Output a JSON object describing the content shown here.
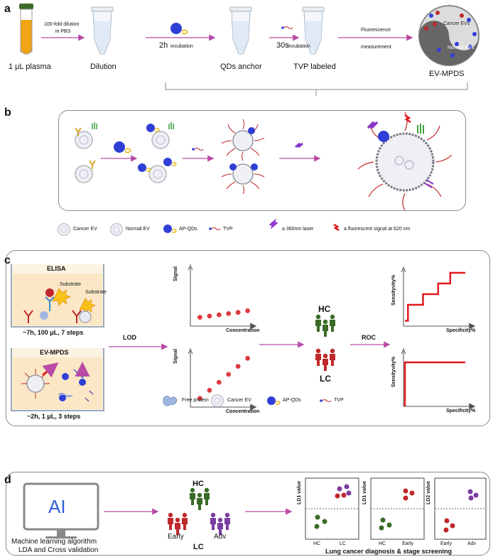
{
  "panel_labels": {
    "a": "a",
    "b": "b",
    "c": "c",
    "d": "d"
  },
  "colors": {
    "arrow": "#b94aa6",
    "hc_green": "#3a6b26",
    "lc_red": "#c0282b",
    "adv_purple": "#7b3ca0",
    "qd_blue": "#2f3fd6",
    "laser_purple": "#8a36c9",
    "signal_red": "#e0191d"
  },
  "a": {
    "plasma": "1 μL plasma",
    "step1_note_line1": "100-fold dilution",
    "step1_note_line2": "in PBS",
    "dilution": "Dilution",
    "incubation1_time": "2h",
    "incubation1_word": "incubation",
    "qds_anchor": "QDs anchor",
    "incubation2_time": "30s",
    "incubation2_word": "incubation",
    "tvp_labeled": "TVP labeled",
    "measure_line1": "Fluorescence",
    "measure_line2": "measurement",
    "cancer_evs": "Cancer  EVs",
    "normal_evs": "Normal  EVs",
    "result": "EV-MPDS"
  },
  "b": {
    "legend": {
      "cancer_ev": "Cancer EV",
      "normal_ev": "Normal EV",
      "ap_qds": "AP-QDs",
      "tvp": "TVP",
      "laser": "a 360nm laser",
      "signal": "a fluorescent signal at 620 nm"
    }
  },
  "c": {
    "elisa": "ELISA",
    "substrate": "Substrate",
    "elisa_desc": "~7h, 100 μL, 7 steps",
    "mpds": "EV-MPDS",
    "mpds_desc": "~2h, 1 μL, 3 steps",
    "lod": "LOD",
    "signal": "Signal",
    "concentration": "Concentration",
    "hc": "HC",
    "lc": "LC",
    "roc": "ROC",
    "sensitivity": "Sensityvity%",
    "specificity": "Specificity%",
    "legend": {
      "free_protein": "Free protein",
      "cancer_ev": "Cancer EV",
      "ap_qds": "AP-QDs",
      "tvp": "TVP"
    }
  },
  "d": {
    "ai": "AI",
    "ml_line1": "Machine learning algorithm",
    "ml_line2": "LDA and Cross validation",
    "hc": "HC",
    "early": "Early",
    "adv": "Adv",
    "lc": "LC",
    "plot1": {
      "ylabel": "LD1 value",
      "x1": "HC",
      "x2": "LC"
    },
    "plot2": {
      "ylabel": "LD1 value",
      "x1": "HC",
      "x2": "Early"
    },
    "plot3": {
      "ylabel": "LD2 value",
      "x1": "Early",
      "x2": "Adv"
    },
    "caption": "Lung cancer diagnosis & stage screening"
  },
  "chart_data": [
    {
      "type": "scatter",
      "title": "",
      "xlabel": "Concentration",
      "ylabel": "Signal",
      "note": "ELISA: nearly flat low signal",
      "x": [
        1,
        2,
        3,
        4,
        5,
        6
      ],
      "y": [
        1.0,
        1.15,
        1.3,
        1.45,
        1.6,
        1.8
      ]
    },
    {
      "type": "scatter",
      "title": "",
      "xlabel": "Concentration",
      "ylabel": "Signal",
      "note": "EV-MPDS: linear increase",
      "x": [
        1,
        2,
        3,
        4,
        5,
        6
      ],
      "y": [
        1,
        2,
        3,
        4,
        5,
        6
      ]
    },
    {
      "type": "line",
      "title": "",
      "xlabel": "Specificity%",
      "ylabel": "Sensityvity%",
      "note": "ELISA ROC, stepped",
      "x": [
        0,
        0.05,
        0.05,
        0.3,
        0.3,
        0.55,
        0.55,
        0.75,
        0.75,
        1.0
      ],
      "y": [
        0.1,
        0.1,
        0.4,
        0.4,
        0.6,
        0.6,
        0.8,
        0.8,
        1.0,
        1.0
      ]
    },
    {
      "type": "line",
      "title": "",
      "xlabel": "Specificity%",
      "ylabel": "Sensityvity%",
      "note": "EV-MPDS ROC, perfect",
      "x": [
        0,
        0,
        1
      ],
      "y": [
        0,
        1,
        1
      ]
    }
  ]
}
